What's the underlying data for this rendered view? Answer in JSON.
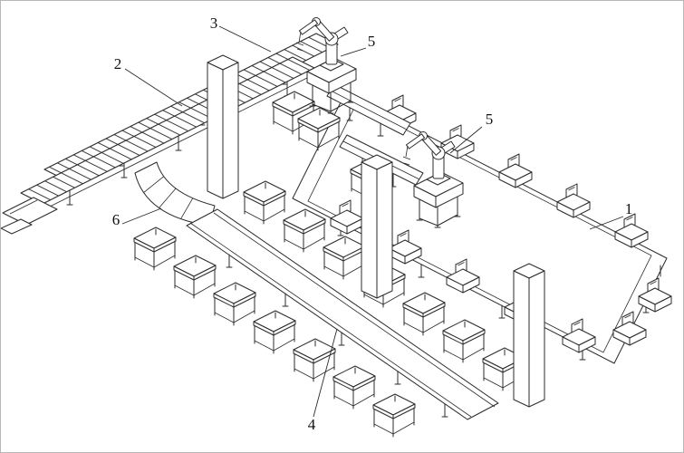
{
  "figure": {
    "background": "#ffffff",
    "line_color": "#2b2b2b",
    "labels": {
      "l1": "1",
      "l2": "2",
      "l3": "3",
      "l4": "4",
      "l5a": "5",
      "l5b": "5",
      "l6": "6"
    }
  }
}
